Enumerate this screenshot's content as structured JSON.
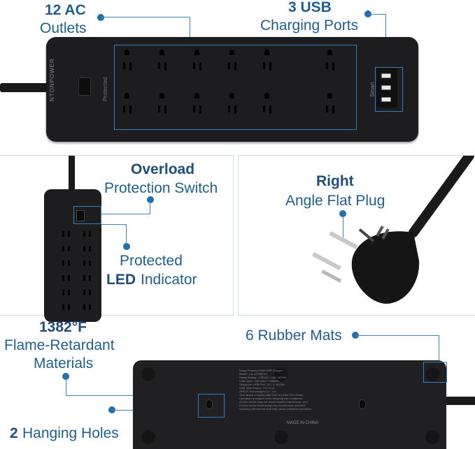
{
  "top": {
    "outlets_count": "12 AC",
    "outlets_label": "Outlets",
    "usb_count": "3 USB",
    "usb_label": "Charging Ports",
    "brand_text": "NTONPOWER",
    "protected_text": "Protected",
    "smart_text": "Smart"
  },
  "mid_left": {
    "overload_bold": "Overload",
    "overload_rest": "Protection Switch",
    "protected_line": "Protected",
    "led_bold": "LED",
    "led_rest": "Indicator"
  },
  "mid_right": {
    "right_bold": "Right",
    "angle_rest": "Angle Flat Plug"
  },
  "bottom": {
    "temp": "1382°F",
    "flame": "Flame-Retardant",
    "materials": "Materials",
    "mats": "6 Rubber Mats",
    "holes_num": "2",
    "holes_rest": "Hanging Holes",
    "made_in": "MADE IN CHINA",
    "label_lines": [
      "Surge Protector With USB Charger",
      "Model : LA-12USB-VG",
      "Power Rating : 125VAC / 15A, 1875W",
      "USB Input : 100-240V~ 50/60Hz",
      "Output per USB Port : 5V / 2.4A Max",
      "USB Total Output : 5V / 3.4A",
      "ORICO Technologies Co., Ltd.",
      "This device complies with Part 15 of the FCC Rules.",
      "Operation is subject to the following two conditions:",
      "(1) this device may not cause harmful interference, and",
      "(2) this device must accept any interference received,",
      "including interference that may cause undesired operation."
    ]
  },
  "colors": {
    "accent": "#1f5f8f",
    "line": "#3a84c1",
    "device": "#1d1d1f"
  }
}
